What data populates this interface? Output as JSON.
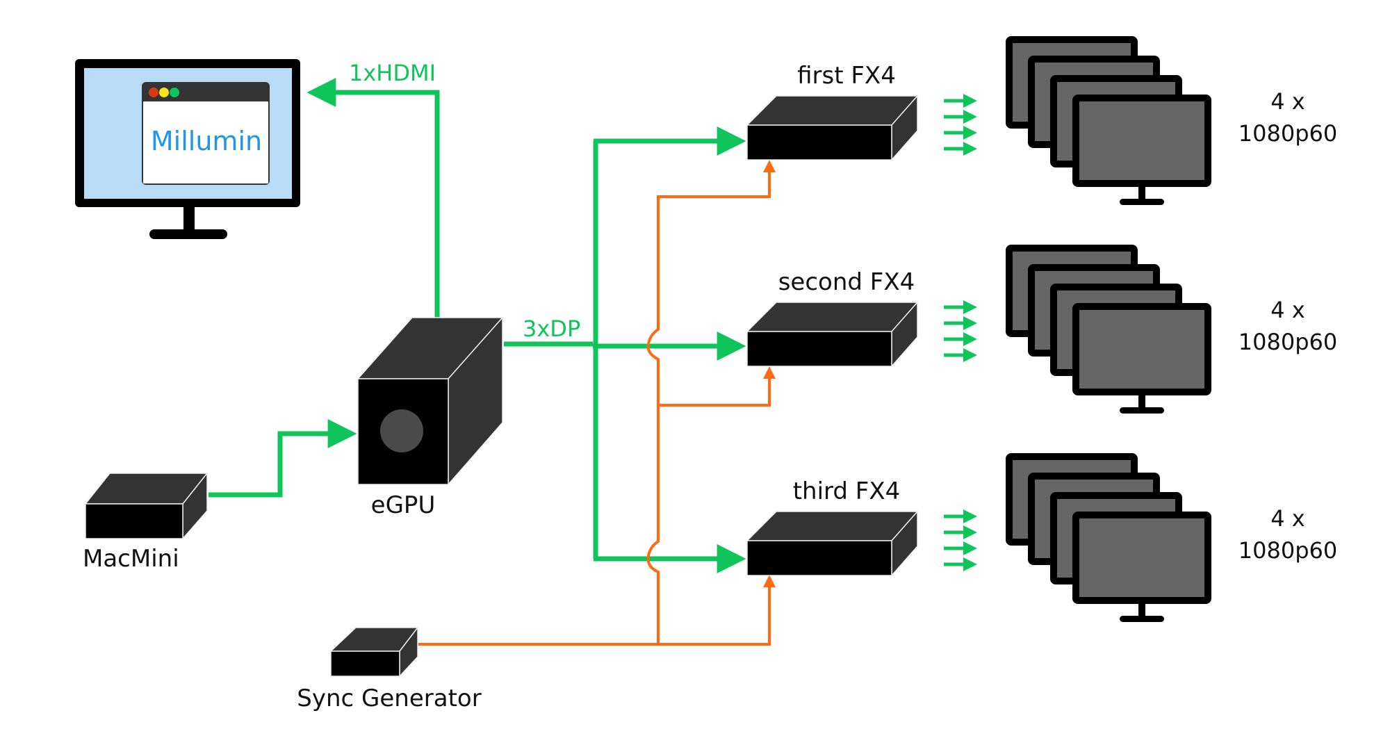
{
  "colors": {
    "video_link": "#10c45c",
    "sync_link": "#ff6a13",
    "device_front": "#000000",
    "device_top": "#333333",
    "screen_fill": "#b8dcf7",
    "output_screen_fill": "#666666",
    "app_text": "#2196e8",
    "window_bar": "#333333",
    "traffic_lights": [
      "#d63b12",
      "#f7e51a",
      "#10c45c"
    ]
  },
  "control_monitor": {
    "app_name": "Millumin"
  },
  "devices": {
    "macmini": {
      "label": "MacMini"
    },
    "egpu": {
      "label": "eGPU"
    },
    "sync_generator": {
      "label": "Sync Generator"
    },
    "fx4": [
      {
        "label": "first FX4"
      },
      {
        "label": "second FX4"
      },
      {
        "label": "third FX4"
      }
    ]
  },
  "links": {
    "hdmi_label": "1xHDMI",
    "dp_label": "3xDP"
  },
  "outputs": [
    {
      "count_label": "4 x",
      "resolution": "1080p60",
      "displays": 4
    },
    {
      "count_label": "4 x",
      "resolution": "1080p60",
      "displays": 4
    },
    {
      "count_label": "4 x",
      "resolution": "1080p60",
      "displays": 4
    }
  ]
}
